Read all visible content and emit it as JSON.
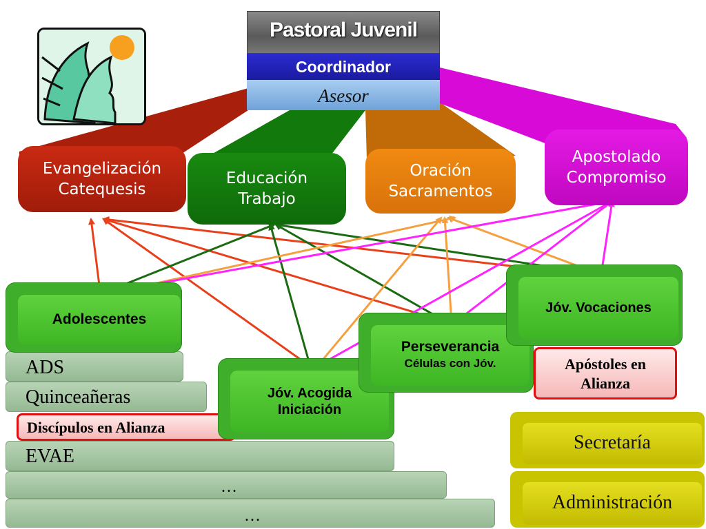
{
  "header": {
    "top": "Pastoral Juvenil",
    "middle": "Coordinador",
    "bottom": "Asesor"
  },
  "areas": [
    {
      "line1": "Evangelización",
      "line2": "Catequesis",
      "color": "#c2200e"
    },
    {
      "line1": "Educación",
      "line2": "Trabajo",
      "color": "#127a0c"
    },
    {
      "line1": "Oración",
      "line2": "Sacramentos",
      "color": "#e07b0a"
    },
    {
      "line1": "Apostolado",
      "line2": "Compromiso",
      "color": "#d80ad8"
    }
  ],
  "groups": {
    "adolescentes": "Adolescentes",
    "acogida": {
      "line1": "Jóv. Acogida",
      "line2": "Iniciación"
    },
    "perseverancia": {
      "line1": "Perseverancia",
      "line2": "Células con Jóv."
    },
    "vocaciones": "Jóv. Vocaciones"
  },
  "steps": [
    "ADS",
    "Quinceañeras",
    "Discípulos en Alianza",
    "EVAE",
    "…",
    "…"
  ],
  "apostoles": {
    "line1": "Apóstoles en",
    "line2": "Alianza"
  },
  "side": {
    "secretaria": "Secretaría",
    "administracion": "Administración"
  },
  "colors": {
    "red": "#e8401a",
    "green": "#1b6b12",
    "orange": "#f4a040",
    "magenta": "#ff22ff"
  }
}
